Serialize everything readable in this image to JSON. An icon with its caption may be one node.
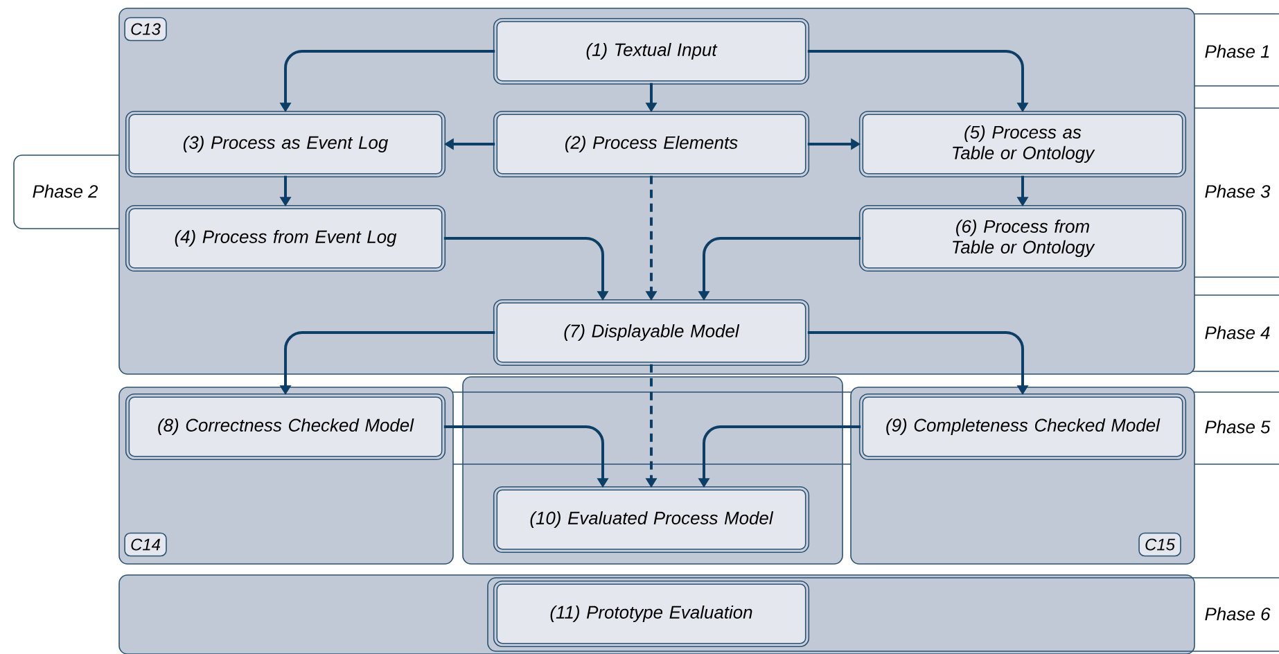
{
  "diagram": {
    "nodes": [
      {
        "text": [
          "C13"
        ]
      },
      {
        "text": [
          "(1) Textual Input"
        ],
        "in": 0
      },
      {
        "text": [
          "(2) Process Elements"
        ],
        "in": 0
      },
      {
        "text": [
          "(3) Process as Event Log"
        ],
        "in": 0
      },
      {
        "text": [
          "(4) Process from Event Log"
        ],
        "in": 0
      },
      {
        "text": [
          "(5) Process as Table or Ontology"
        ],
        "in": 0
      },
      {
        "text": [
          "(6) Process from Table or Ontology"
        ],
        "in": 0
      },
      {
        "text": [
          "(7) Displayable Model"
        ],
        "in": 0
      },
      {
        "text": [
          "C14"
        ]
      },
      {
        "text": [
          "(8) Correctness Checked Model"
        ],
        "in": 8
      },
      {
        "text": [
          "C15"
        ]
      },
      {
        "text": [
          "(9) Completeness Checked Model"
        ],
        "in": 10
      },
      {
        "text": [
          "(10) Evaluated Process Model"
        ]
      },
      {
        "text": [
          "(11) Prototype Evaluation"
        ]
      }
    ],
    "edges": [
      {
        "from": 1,
        "to": 3,
        "arrow": "to"
      },
      {
        "from": 1,
        "to": 2,
        "arrow": "to"
      },
      {
        "from": 1,
        "to": 5,
        "arrow": "to"
      },
      {
        "from": 2,
        "to": 3,
        "arrow": "to"
      },
      {
        "from": 2,
        "to": 5,
        "arrow": "to"
      },
      {
        "from": 3,
        "to": 4,
        "arrow": "to"
      },
      {
        "from": 5,
        "to": 6,
        "arrow": "to"
      },
      {
        "from": 2,
        "to": 7,
        "arrow": "to",
        "style": "dashed"
      },
      {
        "from": 4,
        "to": 7,
        "arrow": "to"
      },
      {
        "from": 6,
        "to": 7,
        "arrow": "to"
      },
      {
        "from": 7,
        "to": 9,
        "arrow": "to"
      },
      {
        "from": 7,
        "to": 11,
        "arrow": "to"
      },
      {
        "from": 7,
        "to": 12,
        "arrow": "to",
        "style": "dashed"
      },
      {
        "from": 9,
        "to": 12,
        "arrow": "to"
      },
      {
        "from": 11,
        "to": 12,
        "arrow": "to"
      }
    ],
    "labels": [
      "Phase 1",
      "Phase 2",
      "Phase 3",
      "Phase 4",
      "Phase 5",
      "Phase 6"
    ]
  }
}
